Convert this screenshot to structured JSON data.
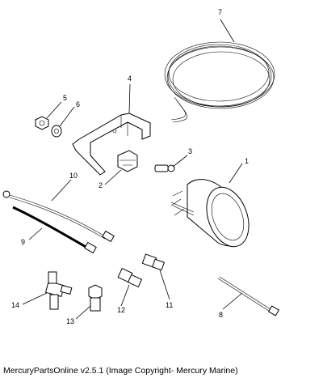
{
  "diagram": {
    "callouts": [
      {
        "id": "1",
        "label": "1"
      },
      {
        "id": "2",
        "label": "2"
      },
      {
        "id": "3",
        "label": "3"
      },
      {
        "id": "4",
        "label": "4"
      },
      {
        "id": "5",
        "label": "5"
      },
      {
        "id": "6",
        "label": "6"
      },
      {
        "id": "7",
        "label": "7"
      },
      {
        "id": "8",
        "label": "8"
      },
      {
        "id": "9",
        "label": "9"
      },
      {
        "id": "10",
        "label": "10"
      },
      {
        "id": "11",
        "label": "11"
      },
      {
        "id": "12",
        "label": "12"
      },
      {
        "id": "13",
        "label": "13"
      },
      {
        "id": "14",
        "label": "14"
      }
    ]
  },
  "footer": {
    "text": "MercuryPartsOnline v2.5.1 (Image Copyright- Mercury Marine)"
  }
}
